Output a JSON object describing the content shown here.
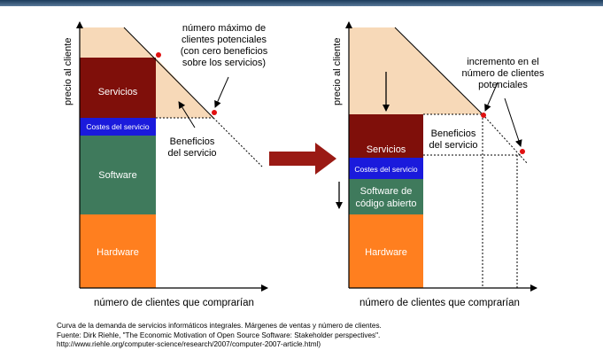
{
  "left": {
    "y_axis_label": "precio al cliente",
    "x_axis_label": "número de clientes que comprarían",
    "segments": [
      "Servicios",
      "Costes del servicio",
      "Software",
      "Hardware"
    ],
    "note_max": [
      "número máximo de",
      "clientes potenciales",
      "(con cero beneficios",
      "sobre los servicios)"
    ],
    "note_benefits": [
      "Beneficios",
      "del servicio"
    ]
  },
  "right": {
    "y_axis_label": "precio al cliente",
    "x_axis_label": "número de clientes que comprarían",
    "segments": [
      "Servicios",
      "Costes del servicio",
      "Software de",
      "código abierto",
      "Hardware"
    ],
    "note_increment": [
      "incremento en el",
      "número de clientes",
      "potenciales"
    ],
    "note_benefits": [
      "Beneficios",
      "del servicio"
    ]
  },
  "colors": {
    "top_fill": "#f7d9b8",
    "services": "#7f0f0a",
    "costs": "#1a1adc",
    "software": "#3f7a5c",
    "hardware": "#ff7f1f",
    "big_arrow": "#9a1a14",
    "dot": "#e01010"
  },
  "caption": [
    "Curva de la demanda de servicios informáticos integrales. Márgenes de ventas y número de clientes.",
    "Fuente: Dirk Riehle, \"The Economic Motivation of Open Source Software: Stakeholder perspectives\".",
    "http://www.riehle.org/computer-science/research/2007/computer-2007-article.html)"
  ]
}
